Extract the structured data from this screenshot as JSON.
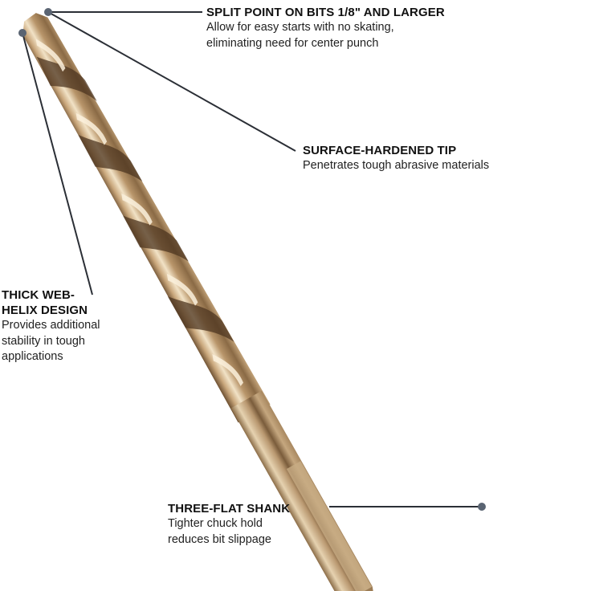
{
  "diagram": {
    "subject": "twist drill bit (cobalt / gold finish)",
    "colors": {
      "background": "#ffffff",
      "bit_light": "#e8d4b4",
      "bit_mid": "#b8956a",
      "bit_dark": "#5a4028",
      "leader_line": "#2b2f36",
      "leader_dot": "#5a6472",
      "title_text": "#111111",
      "body_text": "#222222"
    },
    "callouts": [
      {
        "id": "split-point",
        "title": "SPLIT POINT ON BITS 1/8\" AND LARGER",
        "description": "Allow for easy starts with no skating,\neliminating need for center punch"
      },
      {
        "id": "surface-hardened-tip",
        "title": "SURFACE-HARDENED TIP",
        "description": "Penetrates tough abrasive materials"
      },
      {
        "id": "thick-web-helix",
        "title": "THICK WEB-\nHELIX DESIGN",
        "description": "Provides additional\nstability in tough\napplications"
      },
      {
        "id": "three-flat-shank",
        "title": "THREE-FLAT SHANK",
        "description": "Tighter chuck hold\nreduces bit slippage"
      }
    ]
  }
}
